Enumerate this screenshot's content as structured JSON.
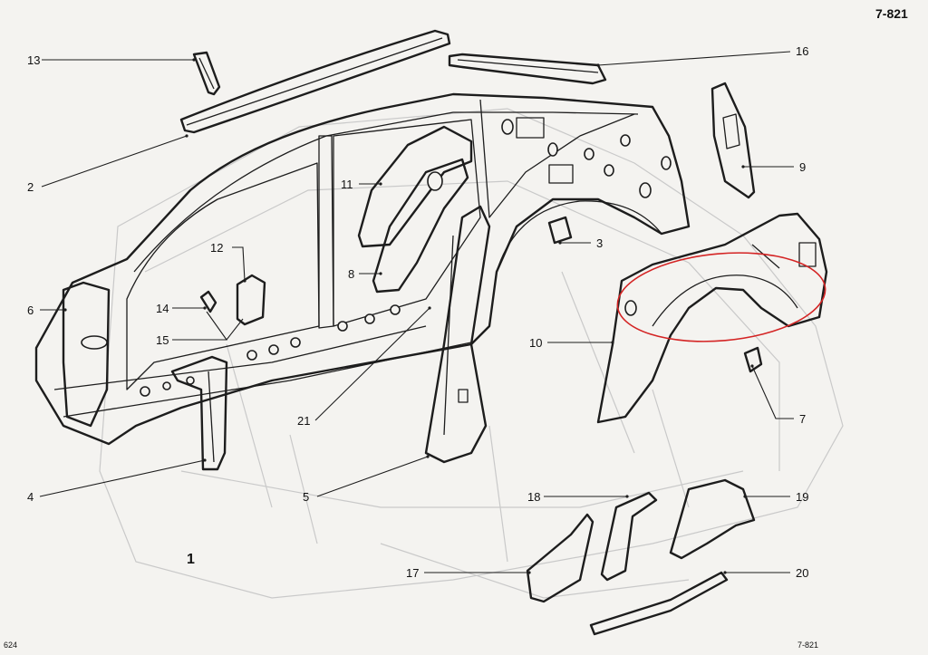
{
  "sheet": {
    "number_top": "7-821",
    "number_bottom": "7-821",
    "page_number": "624",
    "figure_number": "1"
  },
  "callouts": [
    "13",
    "16",
    "2",
    "9",
    "11",
    "3",
    "12",
    "14",
    "15",
    "8",
    "6",
    "10",
    "7",
    "21",
    "4",
    "5",
    "18",
    "19",
    "17",
    "20"
  ],
  "highlight_color": "#d42424"
}
